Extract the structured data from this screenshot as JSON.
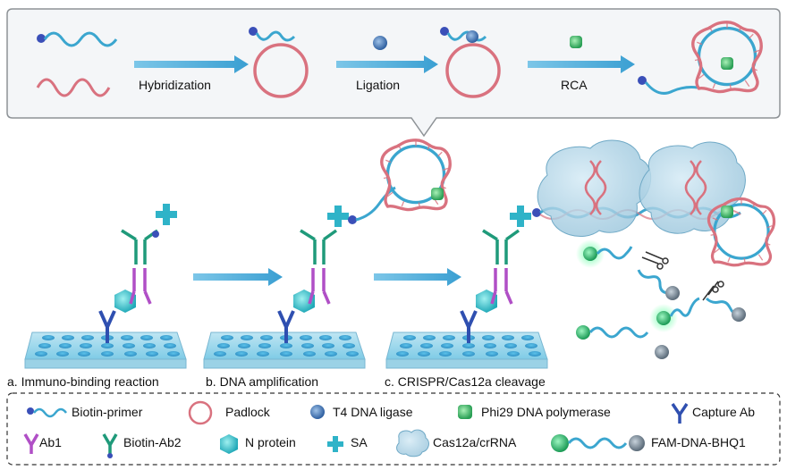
{
  "top_panel": {
    "steps": [
      "Hybridization",
      "Ligation",
      "RCA"
    ]
  },
  "stages": [
    {
      "label": "a. Immuno-binding reaction"
    },
    {
      "label": "b. DNA amplification"
    },
    {
      "label": "c. CRISPR/Cas12a cleavage"
    }
  ],
  "legend": {
    "items": [
      {
        "label": "Biotin-primer",
        "icon": "biotin-primer-icon"
      },
      {
        "label": "Padlock",
        "icon": "padlock-icon"
      },
      {
        "label": "T4 DNA ligase",
        "icon": "t4-ligase-icon"
      },
      {
        "label": "Phi29 DNA polymerase",
        "icon": "phi29-polymerase-icon"
      },
      {
        "label": "Capture Ab",
        "icon": "capture-ab-icon"
      },
      {
        "label": "Ab1",
        "icon": "ab1-icon"
      },
      {
        "label": "Biotin-Ab2",
        "icon": "biotin-ab2-icon"
      },
      {
        "label": "N protein",
        "icon": "n-protein-icon"
      },
      {
        "label": "SA",
        "icon": "sa-icon"
      },
      {
        "label": "Cas12a/crRNA",
        "icon": "cas12a-icon"
      },
      {
        "label": "FAM-DNA-BHQ1",
        "icon": "reporter-icon"
      }
    ]
  },
  "colors": {
    "strand": "#3ba6cf",
    "padlock": "#d9727f",
    "arrow": "#4aa9d6",
    "capture_ab": "#2f4fb0",
    "ab1": "#b04fc6",
    "ab2": "#1f9a7a",
    "sa": "#2fb3c8",
    "fam": "#2fd07a",
    "bhq": "#6f8090"
  }
}
